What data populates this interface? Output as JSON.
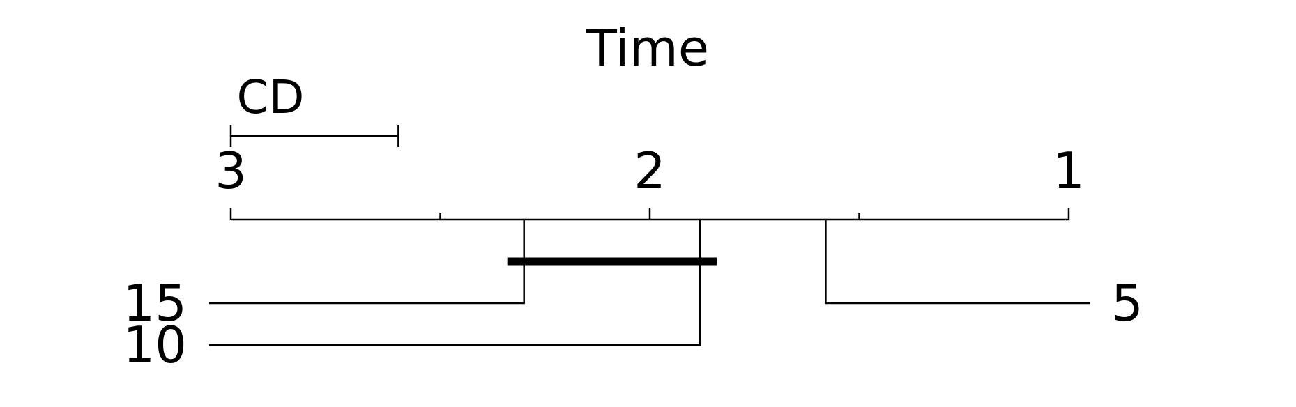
{
  "chart_data": {
    "type": "critical-difference-diagram",
    "title": "Time",
    "cd_label": "CD",
    "cd_value": 0.4,
    "axis": {
      "range": [
        3,
        1
      ],
      "tick_labels": [
        "3",
        "2",
        "1"
      ],
      "major_ticks": [
        3,
        2,
        1
      ],
      "minor_ticks": [
        2.5,
        1.5
      ]
    },
    "series": [
      {
        "name": "15",
        "rank": 2.3,
        "side": "left"
      },
      {
        "name": "10",
        "rank": 1.88,
        "side": "left"
      },
      {
        "name": "5",
        "rank": 1.58,
        "side": "right"
      }
    ],
    "cliques": [
      {
        "from": 2.34,
        "to": 1.84
      }
    ]
  }
}
